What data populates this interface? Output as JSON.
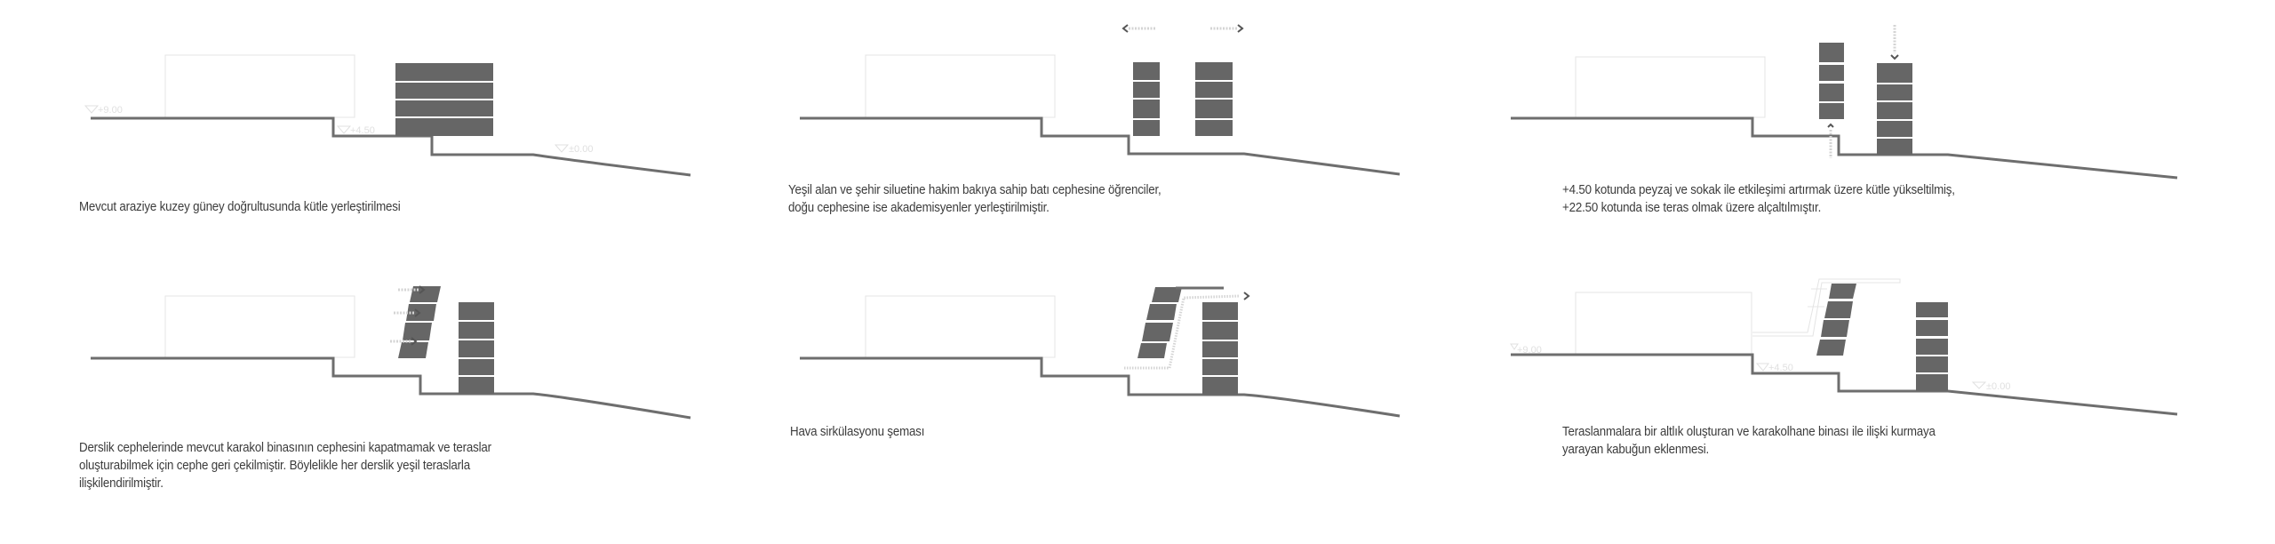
{
  "colors": {
    "ground": "#6e6e6e",
    "mass": "#666666",
    "existing_outline": "#e4e4e4",
    "arrow": "#555555",
    "dotted": "#d4d4d4",
    "level_text": "#e0e0e0",
    "caption": "#3c3c3c"
  },
  "levels": {
    "upper": "+9.00",
    "middle": "+4.50",
    "street": "±0.00"
  },
  "panels": [
    {
      "id": "p1",
      "caption": "Mevcut araziye kuzey güney doğrultusunda kütle yerleştirilmesi",
      "icons": [],
      "show_levels": true
    },
    {
      "id": "p2",
      "caption": "Yeşil alan ve şehir siluetine hakim bakıya sahip batı cephesine öğrenciler,\ndoğu cephesine ise akademisyenler yerleştirilmiştir.",
      "icons": [
        "arrow-left-icon",
        "arrow-right-icon"
      ],
      "show_levels": false
    },
    {
      "id": "p3",
      "caption": "+4.50 kotunda peyzaj ve sokak ile etkileşimi artırmak üzere kütle yükseltilmiş,\n+22.50 kotunda ise teras olmak üzere alçaltılmıştır.",
      "icons": [
        "arrow-up-icon",
        "arrow-down-icon"
      ],
      "show_levels": false
    },
    {
      "id": "p4",
      "caption": "Derslik cephelerinde mevcut karakol binasının cephesini kapatmamak ve teraslar\noluşturabilmek için cephe geri çekilmiştir. Böylelikle her derslik yeşil teraslarla\nilişkilendirilmiştir.",
      "icons": [
        "arrow-right-icon",
        "arrow-right-icon",
        "arrow-right-icon"
      ],
      "show_levels": false
    },
    {
      "id": "p5",
      "caption": "Hava sirkülasyonu şeması",
      "icons": [
        "arrow-right-icon"
      ],
      "show_levels": false
    },
    {
      "id": "p6",
      "caption": "Teraslanmalara bir altlık oluşturan  ve karakolhane binası ile ilişki  kurmaya\nyarayan kabuğun eklenmesi.",
      "icons": [],
      "show_levels": true
    }
  ]
}
